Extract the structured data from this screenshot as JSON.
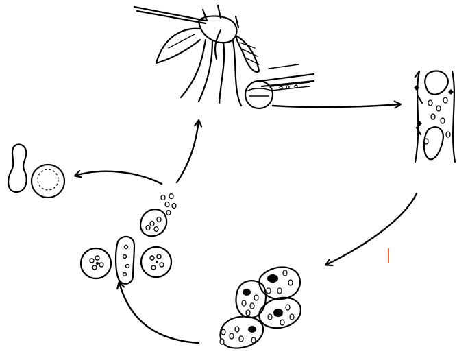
{
  "diagram": {
    "kind": "hand-drawn life cycle diagram (no text labels)",
    "stages": [
      {
        "id": "mosquito",
        "icon": "mosquito-feeding-icon"
      },
      {
        "id": "liver",
        "icon": "liver-tissue-icon"
      },
      {
        "id": "infected-cells",
        "icon": "infected-hepatocytes-icon"
      },
      {
        "id": "blood-cells",
        "icon": "infected-red-blood-cells-icon"
      },
      {
        "id": "merozoites",
        "icon": "merozoites-icon"
      },
      {
        "id": "gametocytes",
        "icon": "gametocytes-icon"
      }
    ],
    "ink_color": "#000000",
    "background_color": "#ffffff",
    "accent_color": "#e86a3a"
  }
}
